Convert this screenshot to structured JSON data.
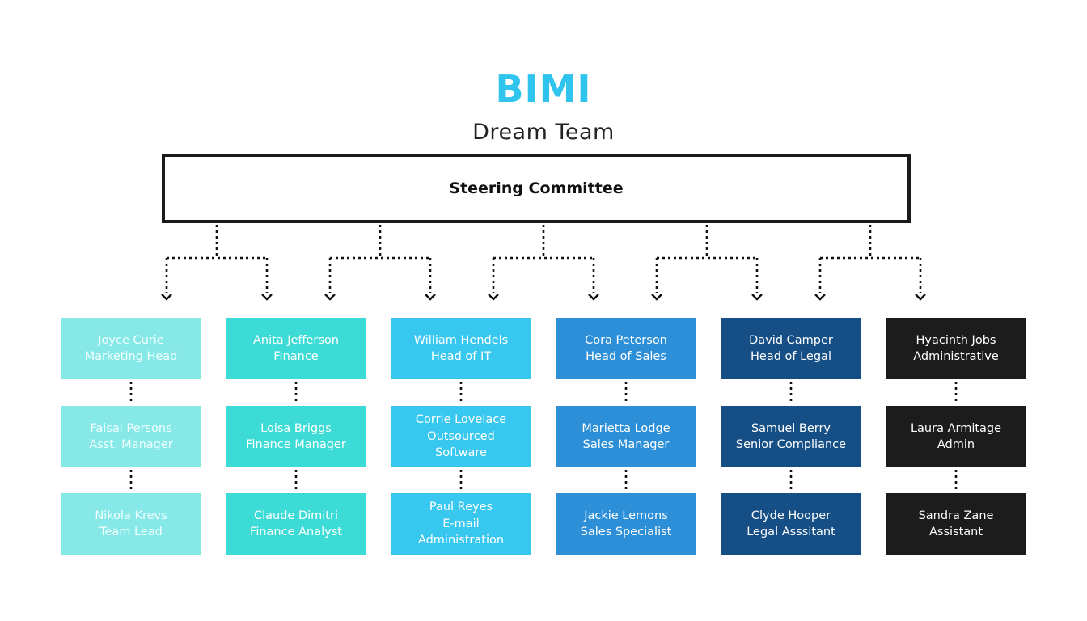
{
  "title": "BIMI",
  "subtitle": "Dream Team",
  "root": "Steering Committee",
  "colors": {
    "title": "#2ec4ee",
    "connector": "#111111",
    "columns": [
      "#86e9e8",
      "#3ddbd6",
      "#37c7ef",
      "#2d8fd8",
      "#164f86",
      "#1c1c1c"
    ]
  },
  "columns": [
    {
      "cards": [
        {
          "lines": [
            "Joyce Curie",
            "Marketing Head"
          ]
        },
        {
          "lines": [
            "Faisal Persons",
            "Asst. Manager"
          ]
        },
        {
          "lines": [
            "Nikola Krevs",
            "Team Lead"
          ]
        }
      ]
    },
    {
      "cards": [
        {
          "lines": [
            "Anita Jefferson",
            "Finance"
          ]
        },
        {
          "lines": [
            "Loisa Briggs",
            "Finance Manager"
          ]
        },
        {
          "lines": [
            "Claude Dimitri",
            "Finance Analyst"
          ]
        }
      ]
    },
    {
      "cards": [
        {
          "lines": [
            "William Hendels",
            "Head of IT"
          ]
        },
        {
          "lines": [
            "Corrie Lovelace",
            "Outsourced",
            "Software"
          ]
        },
        {
          "lines": [
            "Paul Reyes",
            "E-mail",
            "Administration"
          ]
        }
      ]
    },
    {
      "cards": [
        {
          "lines": [
            "Cora Peterson",
            "Head of Sales"
          ]
        },
        {
          "lines": [
            "Marietta Lodge",
            "Sales Manager"
          ]
        },
        {
          "lines": [
            "Jackie Lemons",
            "Sales Specialist"
          ]
        }
      ]
    },
    {
      "cards": [
        {
          "lines": [
            "David Camper",
            "Head of Legal"
          ]
        },
        {
          "lines": [
            "Samuel Berry",
            "Senior Compliance"
          ]
        },
        {
          "lines": [
            "Clyde Hooper",
            "Legal Asssitant"
          ]
        }
      ]
    },
    {
      "cards": [
        {
          "lines": [
            "Hyacinth Jobs",
            "Administrative"
          ]
        },
        {
          "lines": [
            "Laura Armitage",
            "Admin"
          ]
        },
        {
          "lines": [
            "Sandra Zane",
            "Assistant"
          ]
        }
      ]
    }
  ]
}
